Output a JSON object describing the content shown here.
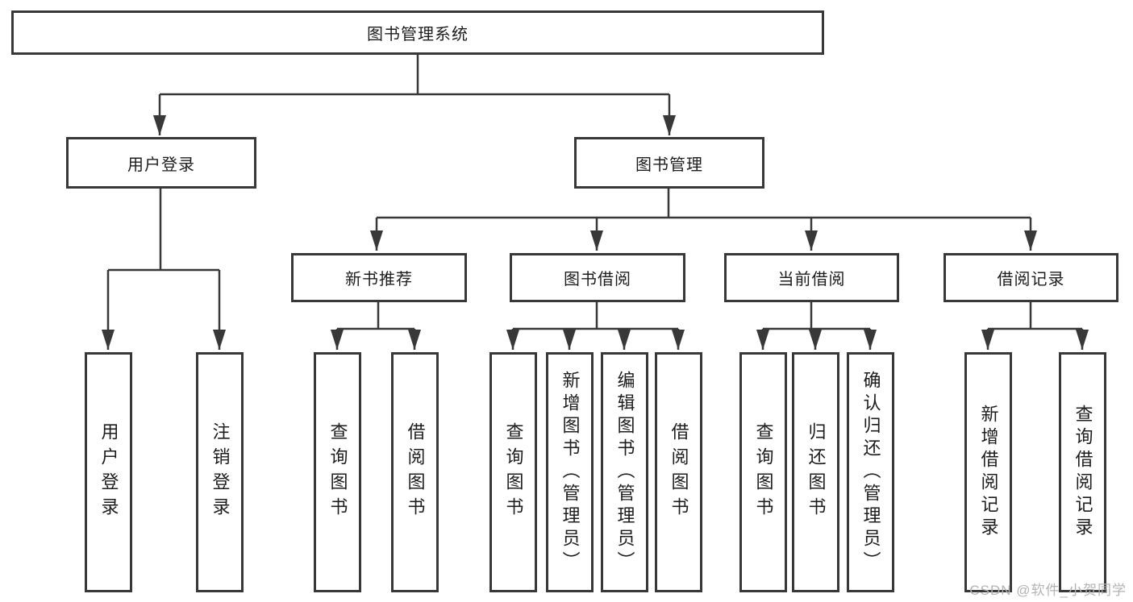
{
  "diagram": {
    "root": {
      "label": "图书管理系统"
    },
    "level2": {
      "user_login": {
        "label": "用户登录"
      },
      "book_management": {
        "label": "图书管理"
      }
    },
    "level3": {
      "new_book_recommend": {
        "label": "新书推荐"
      },
      "book_borrow": {
        "label": "图书借阅"
      },
      "current_borrow": {
        "label": "当前借阅"
      },
      "borrow_record": {
        "label": "借阅记录"
      }
    },
    "leaves": {
      "user_login_children": [
        "用户登录",
        "注销登录"
      ],
      "new_book_children": [
        "查询图书",
        "借阅图书"
      ],
      "book_borrow_children": [
        "查询图书",
        "新增图书（管理员）",
        "编辑图书（管理员）",
        "借阅图书"
      ],
      "current_borrow_children": [
        "查询图书",
        "归还图书",
        "确认归还（管理员）"
      ],
      "borrow_record_children": [
        "新增借阅记录",
        "查询借阅记录"
      ]
    }
  },
  "watermark": "CSDN @软件_小贺同学",
  "colors": {
    "line": "#383838",
    "box_border": "#383838",
    "box_fill": "#ffffff",
    "text": "#1d1d1d",
    "watermark": "#b3b3b3",
    "background": "#ffffff"
  }
}
